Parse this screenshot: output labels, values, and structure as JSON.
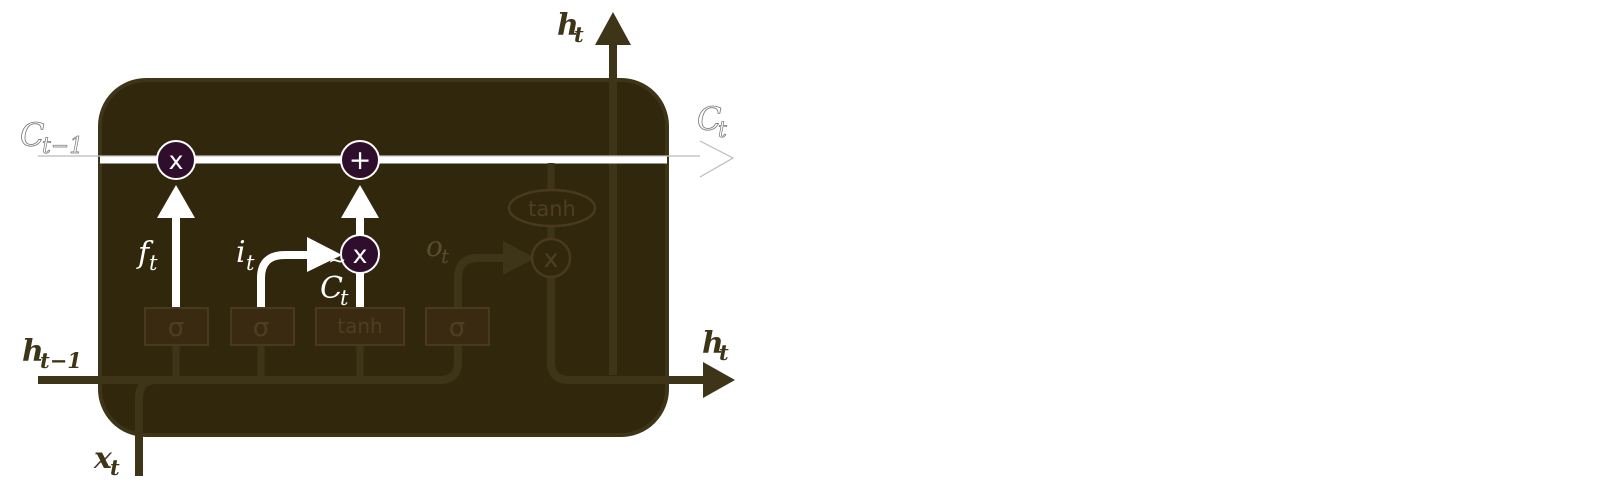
{
  "colors": {
    "cell_fill": "#30270D",
    "cell_stroke": "#3E3519",
    "arrow_dark": "#3E3519",
    "arrow_white": "#FFFFFF",
    "op_fill": "#2E0E2C",
    "gate_fill": "#3A2A12",
    "gate_stroke": "#4A3A1D",
    "gate_text": "#4E3E22",
    "faded_line": "#4A4024",
    "faded_text": "#5A4C2C",
    "thin_line": "#BBBBBB"
  },
  "labels": {
    "c_prev_main": "C",
    "c_prev_sub": "t−1",
    "c_next_main": "C",
    "c_next_sub": "t",
    "h_prev_main": "h",
    "h_prev_sub": "t−1",
    "h_out_right_main": "h",
    "h_out_right_sub": "t",
    "h_out_top_main": "h",
    "h_out_top_sub": "t",
    "x_main": "x",
    "x_sub": "t",
    "f_main": "f",
    "f_sub": "t",
    "i_main": "i",
    "i_sub": "t",
    "o_main": "o",
    "o_sub": "t",
    "c_tilde_main": "C",
    "c_tilde_tilde": "~",
    "c_tilde_sub": "t"
  },
  "ops": {
    "forget_multiply": "x",
    "cell_add": "+",
    "input_multiply": "x",
    "output_multiply": "x"
  },
  "gates": {
    "forget_sigma": "σ",
    "input_sigma": "σ",
    "candidate_tanh": "tanh",
    "output_sigma": "σ",
    "cell_tanh": "tanh"
  }
}
